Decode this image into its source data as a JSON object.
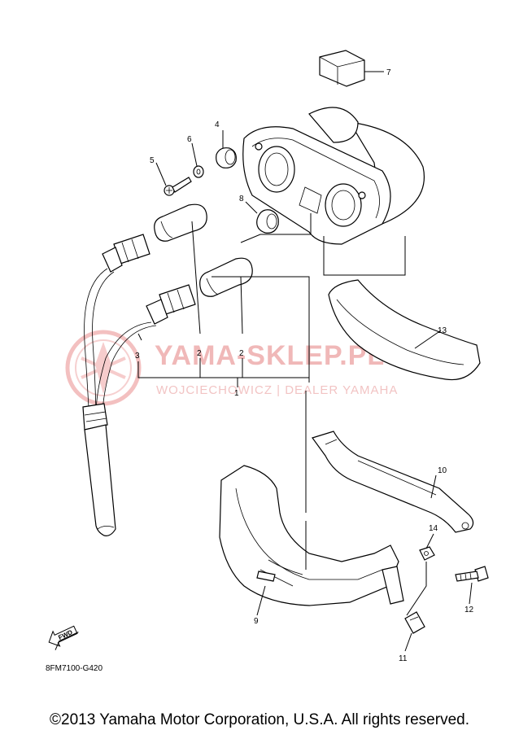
{
  "diagram": {
    "callouts": [
      {
        "id": "c1",
        "label": "1"
      },
      {
        "id": "c2a",
        "label": "2"
      },
      {
        "id": "c2b",
        "label": "2"
      },
      {
        "id": "c3",
        "label": "3"
      },
      {
        "id": "c4",
        "label": "4"
      },
      {
        "id": "c5",
        "label": "5"
      },
      {
        "id": "c6",
        "label": "6"
      },
      {
        "id": "c7",
        "label": "7"
      },
      {
        "id": "c8",
        "label": "8"
      },
      {
        "id": "c9",
        "label": "9"
      },
      {
        "id": "c10",
        "label": "10"
      },
      {
        "id": "c11",
        "label": "11"
      },
      {
        "id": "c12",
        "label": "12"
      },
      {
        "id": "c13",
        "label": "13"
      },
      {
        "id": "c14",
        "label": "14"
      }
    ],
    "diagram_code": "8FM7100-G420",
    "fwd_label": "FWD"
  },
  "watermark": {
    "title": "YAMA-SKLEP.PL",
    "subtitle": "WOJCIECHOWICZ | DEALER YAMAHA"
  },
  "footer": {
    "copyright": "©2013 Yamaha Motor Corporation, U.S.A. All rights reserved."
  }
}
